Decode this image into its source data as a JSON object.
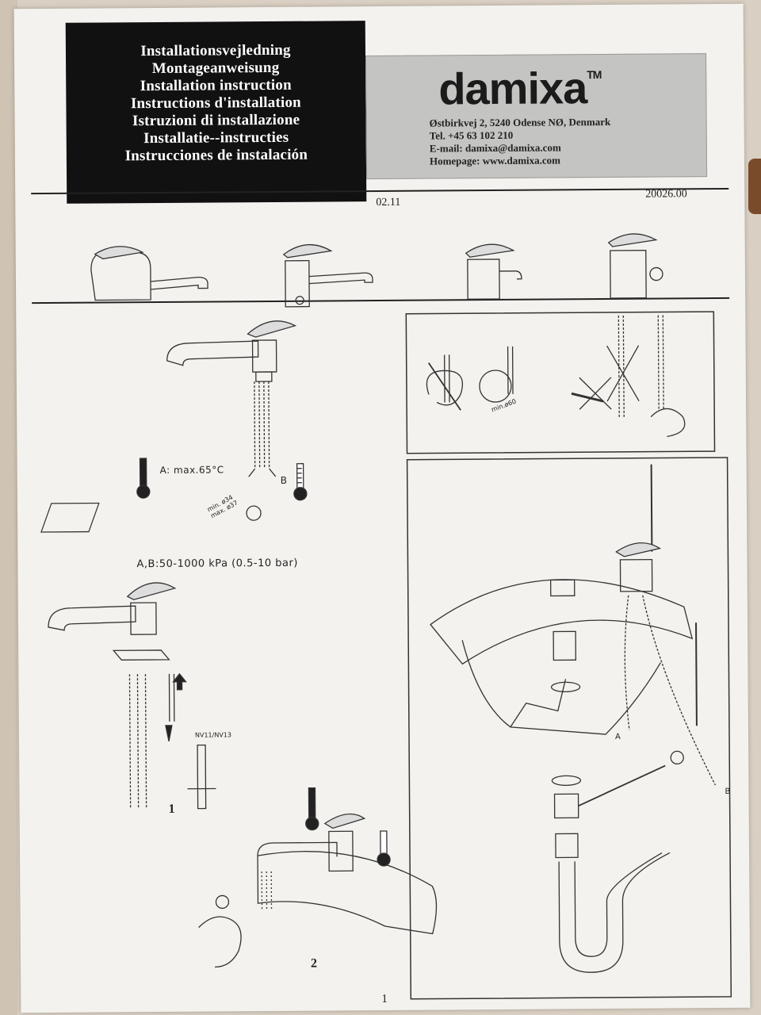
{
  "header": {
    "titles": [
      "Installationsvejledning",
      "Montageanweisung",
      "Installation instruction",
      "Instructions d'installation",
      "Istruzioni di installazione",
      "Installatie--instructies",
      "Instrucciones de instalación"
    ],
    "brand": "damixa",
    "brand_tm": "TM",
    "address": "Østbirkvej 2, 5240 Odense NØ, Denmark",
    "tel": "Tel. +45 63 102 210",
    "email": "E-mail: damixa@damixa.com",
    "homepage": "Homepage: www.damixa.com",
    "date": "02.11",
    "doc_number": "20026.00"
  },
  "diagram_labels": {
    "temp_a": "A: max.65°C",
    "label_b": "B",
    "hole_min": "min. ø34",
    "hole_max": "max. ø37",
    "pressure": "A,B:50-1000 kPa (0.5-10 bar)",
    "nv_models": "NV11/NV13",
    "bend_min": "min.ø60",
    "sink_a": "A",
    "sink_b": "B",
    "step_1": "1",
    "step_2": "2"
  },
  "page_number": "1"
}
